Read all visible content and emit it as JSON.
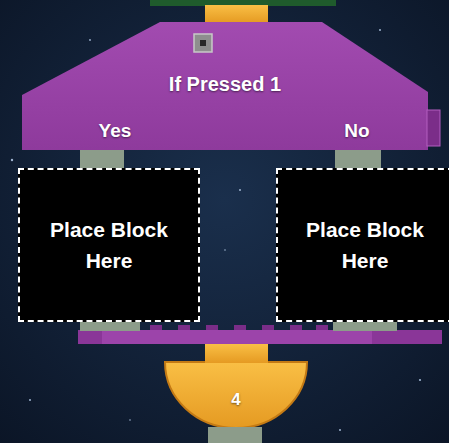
{
  "diagram": {
    "nodes": [
      {
        "text": [
          "If Pressed 1",
          "Yes",
          "No"
        ]
      },
      {
        "text": [
          "Place Block Here"
        ]
      },
      {
        "text": [
          "Place Block Here"
        ]
      },
      {
        "text": [
          "4"
        ]
      }
    ],
    "edges": [
      {
        "from": 0,
        "to": 1,
        "arrow": "none"
      },
      {
        "from": 0,
        "to": 2,
        "arrow": "none"
      },
      {
        "from": 1,
        "to": 3,
        "arrow": "none"
      },
      {
        "from": 2,
        "to": 3,
        "arrow": "none"
      }
    ]
  }
}
